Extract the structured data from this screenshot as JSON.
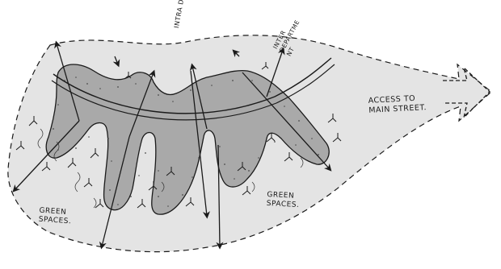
{
  "labels": {
    "access_main_street": "ACCESS TO\nMAIN STREET.",
    "green_spaces_left": "GREEN\nSPACES.",
    "green_spaces_right": "GREEN\nSPACES.",
    "intra_dept": "INTRA DEPT.",
    "inter_department": "INTER\nDEPARTME\nNT"
  },
  "colors": {
    "building_fill": "#a9a9a9",
    "zone_fill": "#e4e4e4",
    "ink": "#1a1a1a",
    "stipple": "#4a4a4a"
  },
  "icons": [
    "outward-arrow-icon",
    "main-street-arrow-icon",
    "tree-icon"
  ]
}
